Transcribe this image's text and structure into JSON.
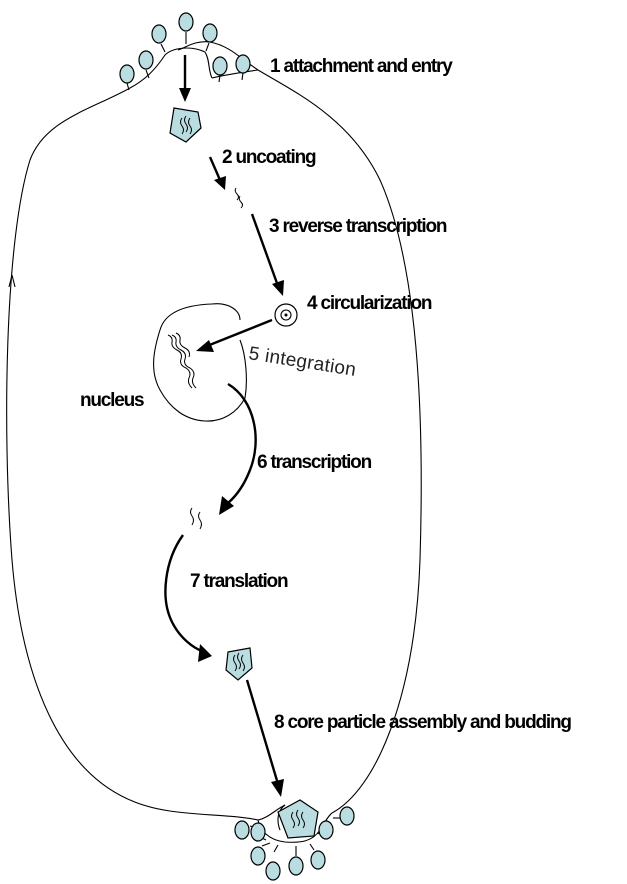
{
  "labels": {
    "step1": "1 attachment and entry",
    "step2": "2 uncoating",
    "step3": "3 reverse transcription",
    "step4": "4 circularization",
    "step5": "5 integration",
    "step6": "6 transcription",
    "step7": "7 translation",
    "step8": "8 core particle  assembly and budding",
    "nucleus": "nucleus"
  },
  "colors": {
    "virus_fill": "#b9dde0",
    "outline": "#000000",
    "background": "#ffffff"
  }
}
